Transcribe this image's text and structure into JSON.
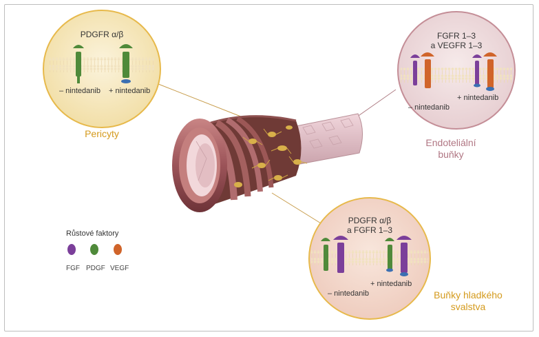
{
  "pericytes": {
    "receptor": "PDGFR α/β",
    "minus": "– nintedanib",
    "plus": "+ nintedanib",
    "caption": "Pericyty"
  },
  "endothelial": {
    "receptor_line1": "FGFR 1–3",
    "receptor_line2": "a VEGFR 1–3",
    "minus": "– nintedanib",
    "plus": "+ nintedanib",
    "caption_line1": "Endoteliální",
    "caption_line2": "buňky"
  },
  "smooth_muscle": {
    "receptor_line1": "PDGFR α/β",
    "receptor_line2": "a FGFR 1–3",
    "minus": "– nintedanib",
    "plus": "+ nintedanib",
    "caption_line1": "Buňky hladkého",
    "caption_line2": "svalstva"
  },
  "legend": {
    "title": "Růstové faktory",
    "items": [
      {
        "label": "FGF",
        "color": "#7b3f9a"
      },
      {
        "label": "PDGF",
        "color": "#4f8a3a"
      },
      {
        "label": "VEGF",
        "color": "#d0642a"
      }
    ]
  },
  "colors": {
    "gold_border": "#e7b94b",
    "gold_fill": "#f7ebc9",
    "rose_border": "#c48e97",
    "rose_fill": "#eeddde",
    "vessel": "#a65f64",
    "pericyte_cell": "#d8b04a"
  }
}
